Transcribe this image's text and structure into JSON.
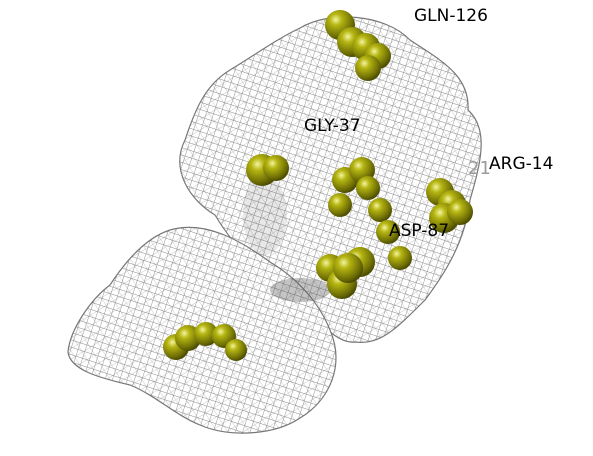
{
  "scene": {
    "background": "#ffffff",
    "mesh_color": "#8a8a8a",
    "sphere_color": "#b5b512",
    "sphere_shade": "#5e5e00",
    "sphere_highlight": "#f4f4a0"
  },
  "labels": {
    "gln": "GLN-126",
    "gly": "GLY-37",
    "arg": "ARG-14",
    "asp": "ASP-87",
    "frag": "21"
  }
}
